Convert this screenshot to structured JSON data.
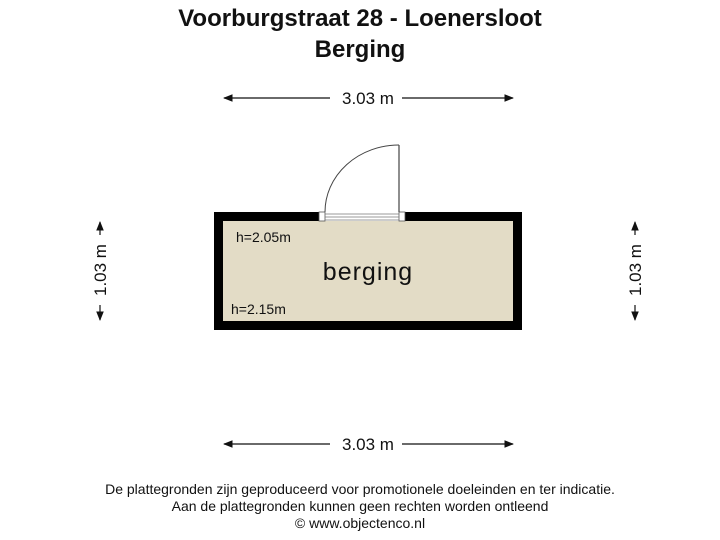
{
  "header": {
    "title": "Voorburgstraat 28 - Loenersloot",
    "subtitle": "Berging"
  },
  "floorplan": {
    "room": {
      "name": "berging",
      "heights": [
        "h=2.05m",
        "h=2.15m"
      ],
      "fill_color": "#e3dcc6",
      "wall_color": "#000000"
    },
    "dimensions": {
      "top": "3.03 m",
      "bottom": "3.03 m",
      "left": "1.03 m",
      "right": "1.03 m"
    }
  },
  "footer": {
    "line1": "De plattegronden zijn geproduceerd voor promotionele doeleinden en ter indicatie.",
    "line2": "Aan de plattegronden kunnen geen rechten worden ontleend",
    "line3": "© www.objectenco.nl"
  }
}
